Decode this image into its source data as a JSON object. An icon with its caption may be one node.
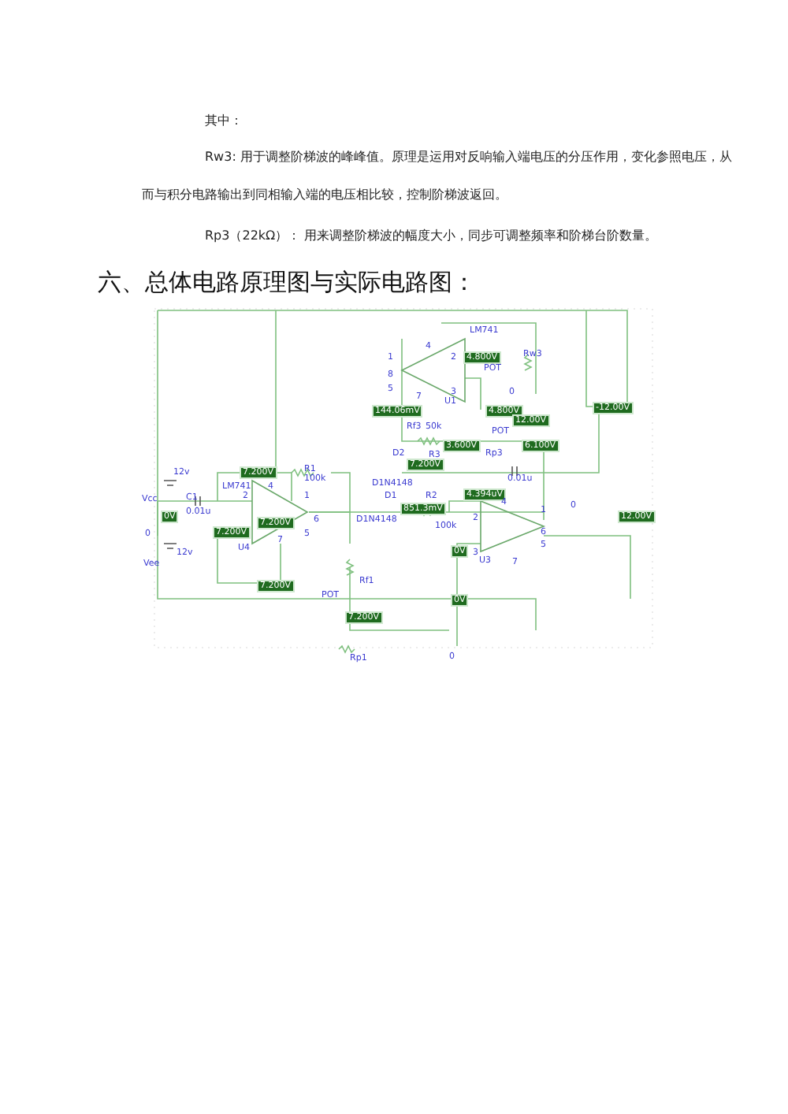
{
  "diagram": {
    "title": "六、总体电路原理图与实际电路图：",
    "labels": [
      "其中：",
      "Rw3:  用于调整阶梯波的峰峰值。原理是运用对反响输入端电压的分压作用，变化参照电压，从而与积分电路输出到同相输入端的电压相比较，控制阶梯波返回。",
      "Rp3（22kΩ）：  用来调整阶梯波的幅度大小，同步可调整频率和阶梯台阶数量。",
      "LM741",
      "4",
      "1",
      "8",
      "5",
      "2",
      "4.800V",
      "POT",
      "Rw3",
      "0",
      "7",
      "3",
      "U1",
      "144.06mV",
      "4.800V",
      "12.00V",
      "-12.00V",
      "Rf3",
      "50k",
      "POT",
      "3.600V",
      "6.100V",
      "D2",
      "R3",
      "Rp3",
      "7.200V",
      "0.01u",
      "D1N4148",
      "D1",
      "D1N4148",
      "R2",
      "100k",
      "851.3mV",
      "4.394uV",
      "2",
      "4",
      "1",
      "6",
      "5",
      "3",
      "U3",
      "7",
      "0V",
      "0V",
      "12.00V",
      "0",
      "12v",
      "Vcc",
      "C1",
      "0.01u",
      "LM741",
      "7.200V",
      "R1",
      "100k",
      "4",
      "2",
      "1",
      "6",
      "5",
      "7",
      "7.200V",
      "7.200V",
      "U4",
      "0V",
      "0",
      "12v",
      "Vee",
      "7.200V",
      "Rf1",
      "POT",
      "7.200V",
      "Rp1",
      "0"
    ]
  }
}
